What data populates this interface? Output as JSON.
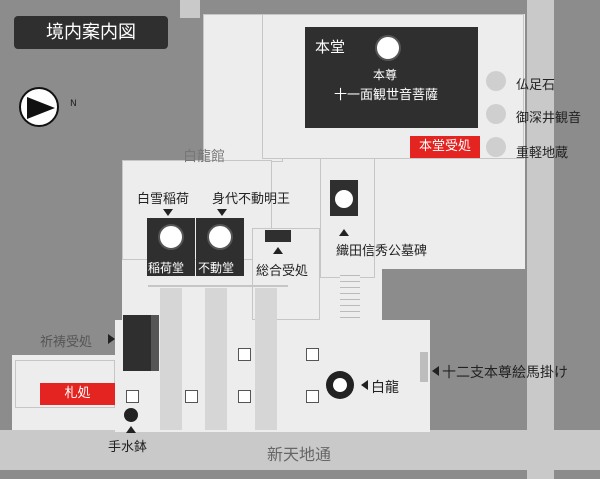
{
  "title": "境内案内図",
  "compass": {
    "label": "N",
    "icon": "north-arrow-icon"
  },
  "buildings": {
    "hondo": {
      "name": "本堂",
      "honzon_line1": "本尊",
      "honzon_line2": "十一面観世音菩薩"
    },
    "hakuryukan": "白龍館",
    "inaridou": "稲荷堂",
    "fudoudou": "不動堂"
  },
  "receptions": {
    "hondo_uketsuke": "本堂受処",
    "sougou_uketsuke": "総合受処",
    "kitou_uketsuke": "祈祷受処",
    "fuda": "札処"
  },
  "deities": {
    "shirayuki_inari": "白雪稲荷",
    "migawari_fudou": "身代不動明王",
    "hakuryu": "白龍"
  },
  "statues": [
    "仏足石",
    "御深井観音",
    "重軽地蔵"
  ],
  "monuments": {
    "oda_nobuhide": "織田信秀公墓碑",
    "ema": "十二支本尊絵馬掛け",
    "chozubachi": "手水鉢"
  },
  "road": "新天地通"
}
